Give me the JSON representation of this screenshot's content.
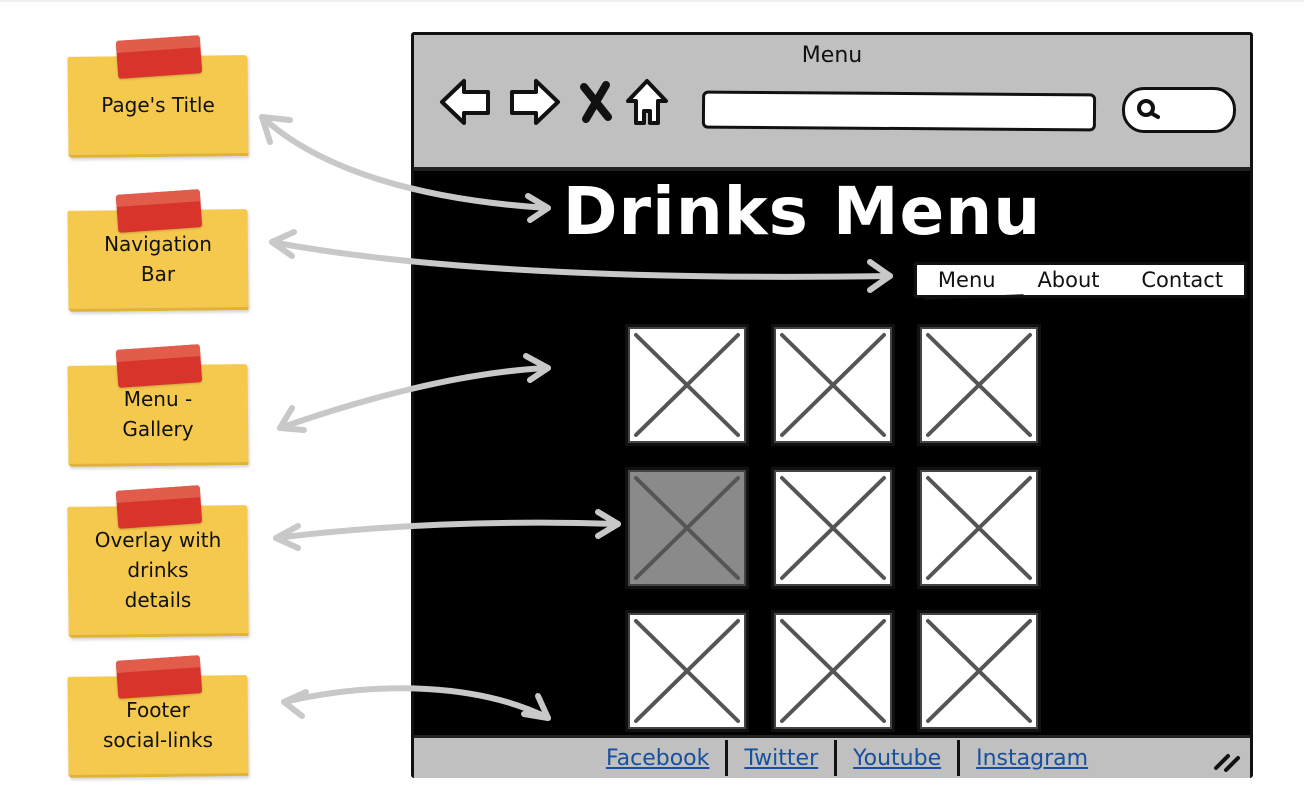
{
  "notes": [
    {
      "label": "Page's Title"
    },
    {
      "label": "Navigation\nBar"
    },
    {
      "label": "Menu -\nGallery"
    },
    {
      "label": "Overlay with\ndrinks\ndetails"
    },
    {
      "label": "Footer\nsocial-links"
    }
  ],
  "browser": {
    "window_title": "Menu",
    "icons": [
      "back-arrow-icon",
      "forward-arrow-icon",
      "close-icon",
      "home-icon",
      "search-icon"
    ]
  },
  "page": {
    "title": "Drinks Menu",
    "nav": [
      {
        "label": "Menu",
        "active": true
      },
      {
        "label": "About",
        "active": false
      },
      {
        "label": "Contact",
        "active": false
      }
    ],
    "gallery": {
      "rows": 3,
      "cols": 3,
      "overlay_tile": [
        1,
        0
      ]
    },
    "footer": {
      "links": [
        "Facebook",
        "Twitter",
        "Youtube",
        "Instagram"
      ]
    }
  },
  "colors": {
    "note": "#f5c94e",
    "tape": "#d8342c",
    "arrow": "#c8c8c8",
    "chrome": "#c0c0c0",
    "link": "#1a4fa0"
  }
}
